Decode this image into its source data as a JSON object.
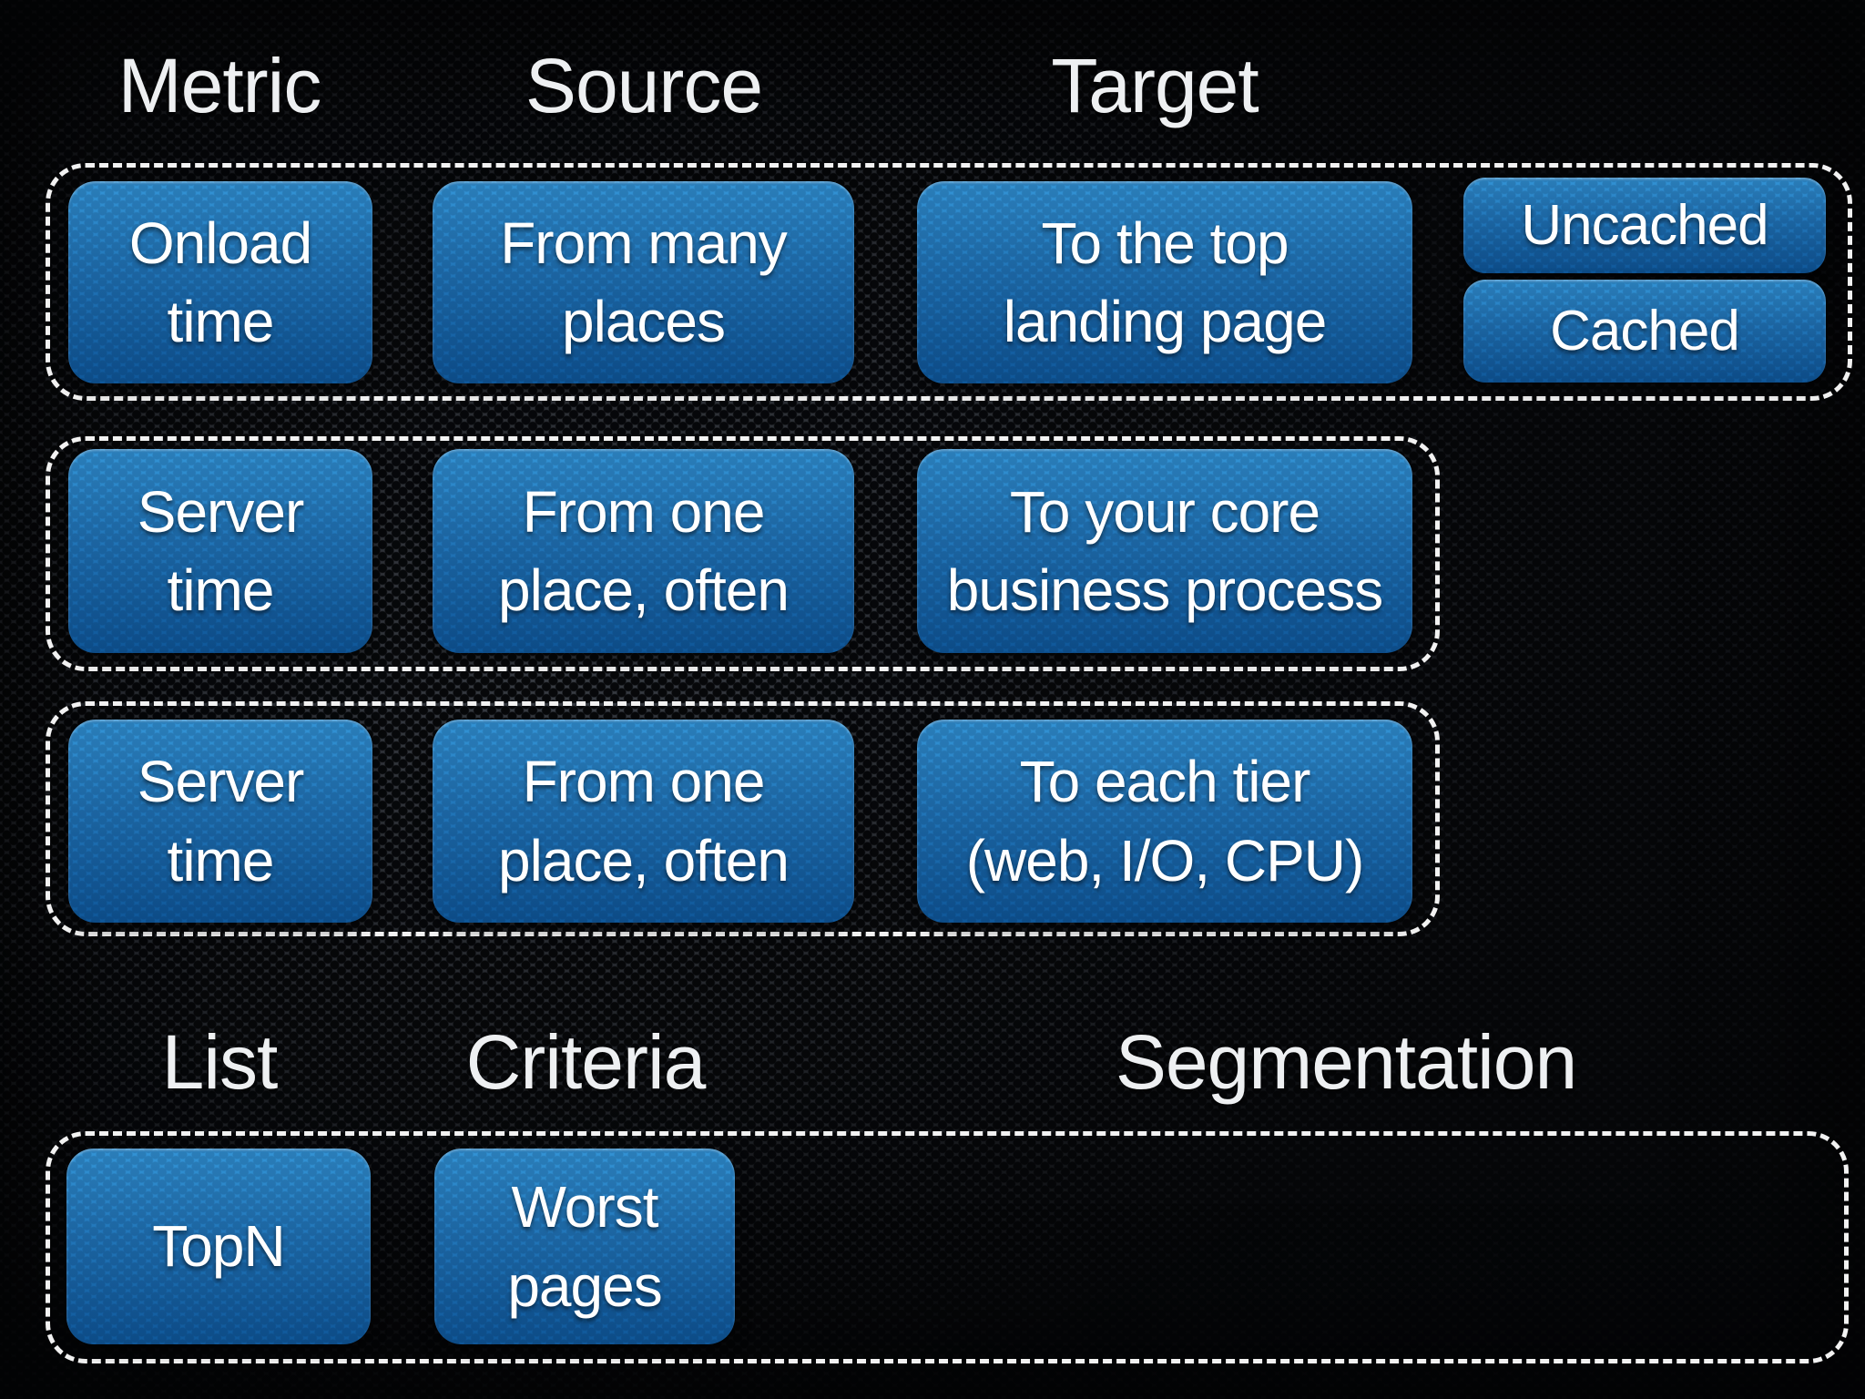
{
  "colors": {
    "background": "#0c0d10",
    "box_gradient_top": "#3394d6",
    "box_gradient_mid": "#2175b8",
    "box_gradient_bottom": "#0f5799",
    "dashed_border": "#ffffff",
    "box_text": "#ffffff",
    "header_text": "#eef0f2"
  },
  "top": {
    "headers": [
      "Metric",
      "Source",
      "Target"
    ]
  },
  "rows": {
    "r1": {
      "c1": "Onload\ntime",
      "c2": "From many\nplaces",
      "c3": "To the top\nlanding page",
      "side_top": "Uncached",
      "side_bottom": "Cached"
    },
    "r2": {
      "c1": "Server\ntime",
      "c2": "From one\nplace, often",
      "c3": "To your core\nbusiness process"
    },
    "r3": {
      "c1": "Server\ntime",
      "c2": "From one\nplace, often",
      "c3": "To each tier\n(web, I/O, CPU)"
    }
  },
  "bottom": {
    "headers": [
      "List",
      "Criteria",
      "Segmentation"
    ],
    "r4": {
      "c1": "TopN",
      "c2": "Worst\npages"
    }
  }
}
